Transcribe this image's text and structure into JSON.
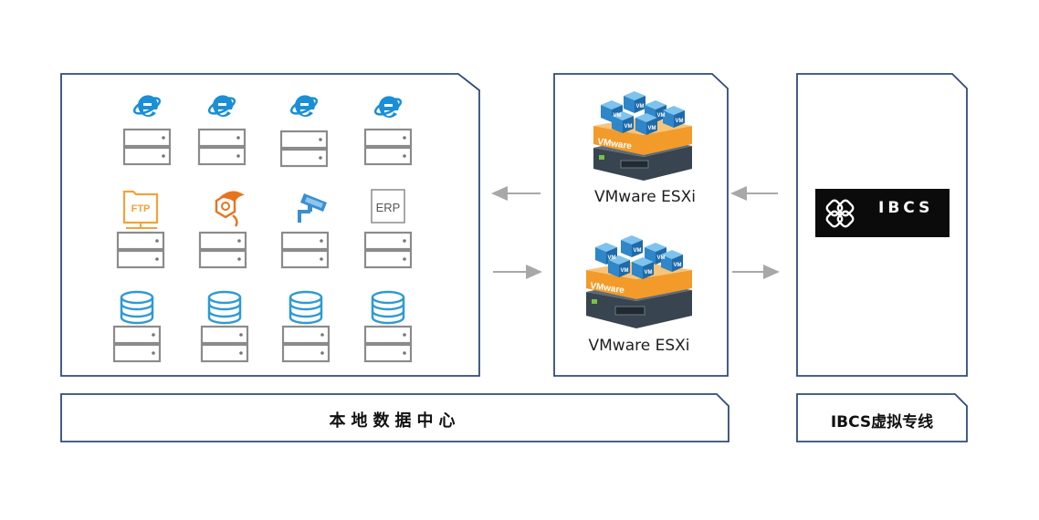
{
  "esxi_labels": [
    "VMware ESXi",
    "VMware ESXi"
  ],
  "vm_badge": "VM",
  "vmware_badge": "VMware",
  "icons": {
    "ftp": "FTP",
    "erp": "ERP"
  },
  "logo_text": "IBCS",
  "bands": {
    "local": "本地数据中心",
    "ibcs": "IBCS虚拟专线"
  },
  "colors": {
    "frame": "#2f4b7c",
    "arrow": "#a8a8a8",
    "ie_blue": "#1a8fd6",
    "orange": "#f2a23a",
    "db_blue": "#2e9ad6"
  }
}
